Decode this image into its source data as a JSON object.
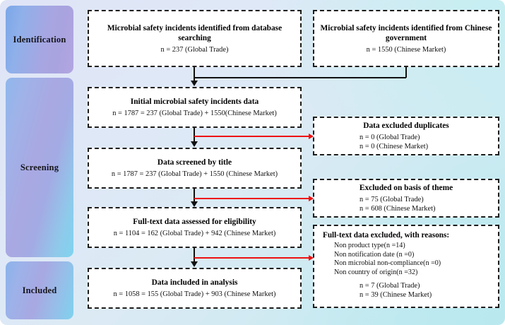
{
  "diagram": {
    "type": "prisma-flow-diagram",
    "stages": [
      {
        "id": "identification",
        "label": "Identification"
      },
      {
        "id": "screening",
        "label": "Screening"
      },
      {
        "id": "included",
        "label": "Included"
      }
    ],
    "boxes": {
      "db_search": {
        "title": "Microbial safety incidents identified from database searching",
        "line1": "n = 237 (Global Trade)"
      },
      "gov": {
        "title": "Microbial safety incidents identified from Chinese government",
        "line1": "n = 1550 (Chinese Market)"
      },
      "initial": {
        "title": "Initial microbial safety incidents data",
        "line1": "n = 1787 = 237 (Global Trade) + 1550(Chinese Market)"
      },
      "title_screen": {
        "title": "Data screened by title",
        "line1": "n = 1787 = 237 (Global Trade) + 1550 (Chinese Market)"
      },
      "fulltext": {
        "title": "Full-text data assessed for eligibility",
        "line1": "n = 1104 = 162 (Global Trade) + 942 (Chinese Market)"
      },
      "included": {
        "title": "Data included in analysis",
        "line1": "n = 1058 = 155 (Global Trade) + 903 (Chinese Market)"
      },
      "duplicates": {
        "title": "Data excluded duplicates",
        "line1": "n = 0 (Global Trade)",
        "line2": "n = 0 (Chinese Market)"
      },
      "theme": {
        "title": "Excluded on basis of theme",
        "line1": "n = 75 (Global Trade)",
        "line2": "n = 608 (Chinese Market)"
      },
      "reasons": {
        "title": "Full-text data excluded, with reasons:",
        "reason1": "Non product type(n =14)",
        "reason2": "Non notification date (n =0)",
        "reason3": "Non microbial non-compliance(n =0)",
        "reason4": "Non country of origin(n =32)",
        "line1": "n = 7 (Global Trade)",
        "line2": "n = 39 (Chinese Market)"
      }
    },
    "colors": {
      "flow_arrow": "#111111",
      "exclusion_arrow": "#ee1111",
      "box_border": "#1d1d1d",
      "box_fill": "#ffffff",
      "stage_gradient_start": "#7ba7e8",
      "stage_gradient_end": "#7fd4ef"
    }
  }
}
